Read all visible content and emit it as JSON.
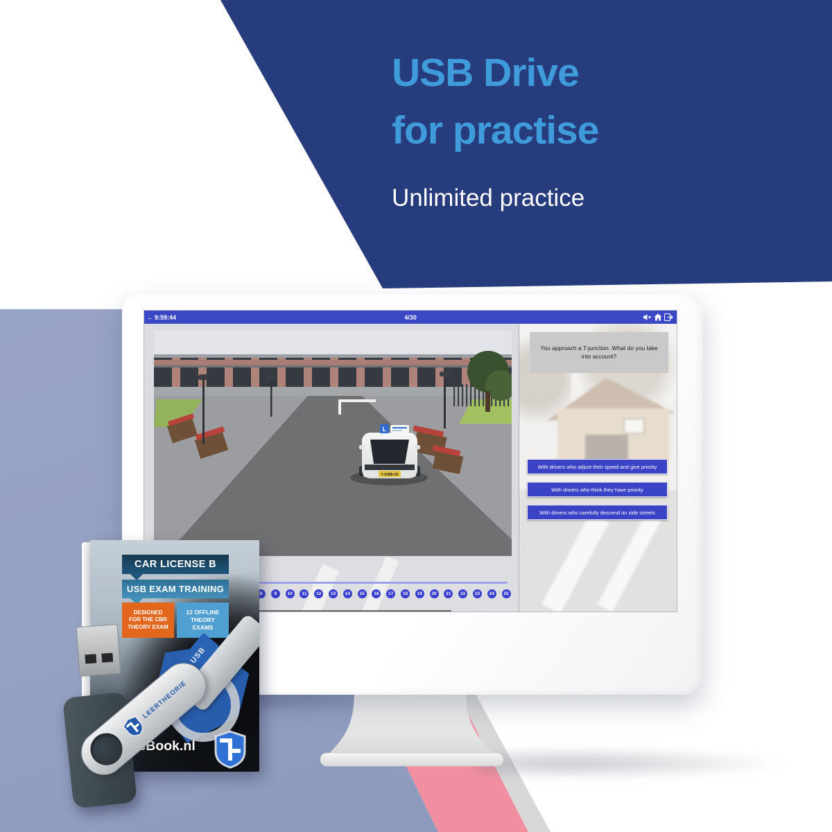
{
  "banner": {
    "title_line1": "USB Drive",
    "title_line2": "for practise",
    "subtitle": "Unlimited practice",
    "bg_color": "#273c7c",
    "title_color": "#3f9bda",
    "subtitle_color": "#ffffff"
  },
  "app": {
    "topbar": {
      "back_arrow": "←",
      "time": "9:59:44",
      "progress": "4/30",
      "icons": [
        "mute-speaker",
        "home",
        "exit"
      ],
      "bg_color": "#3a48c5"
    },
    "question": "You approach a T-junction. What do you take into account?",
    "answers": [
      {
        "label": "With drivers who adjust their speed and give priority"
      },
      {
        "label": "With drivers who think they have priority"
      },
      {
        "label": "With drivers who carefully descend on side streets"
      }
    ],
    "question_numbers": [
      "8",
      "9",
      "10",
      "11",
      "12",
      "13",
      "14",
      "15",
      "16",
      "17",
      "18",
      "19",
      "20",
      "21",
      "22",
      "23",
      "24",
      "25"
    ],
    "scene": {
      "l_sign": "L",
      "plate": "Y-KBB-00"
    },
    "colors": {
      "answer_button": "#3a43c6",
      "question_box": "#c9c9c9",
      "number_circle": "#3a3fd0"
    }
  },
  "product_box": {
    "line1": "CAR LICENSE B",
    "line2": "USB EXAM TRAINING",
    "badge_left_lines": [
      "DESIGNED",
      "FOR THE CBR",
      "THEORY EXAM"
    ],
    "badge_right_lines": [
      "12 OFFLINE",
      "THEORY",
      "EXAMS"
    ],
    "cover_usb_label": "USB",
    "website": "icBook.nl",
    "badge_left_color": "#e2661c",
    "badge_right_color": "#4f9fd3"
  },
  "usb_drive": {
    "label": "LEERTHEORIE"
  },
  "background_colors": {
    "lavender": "#97a3c3",
    "pink": "#f18fa1",
    "gray_stripe": "#d8d8d8"
  }
}
